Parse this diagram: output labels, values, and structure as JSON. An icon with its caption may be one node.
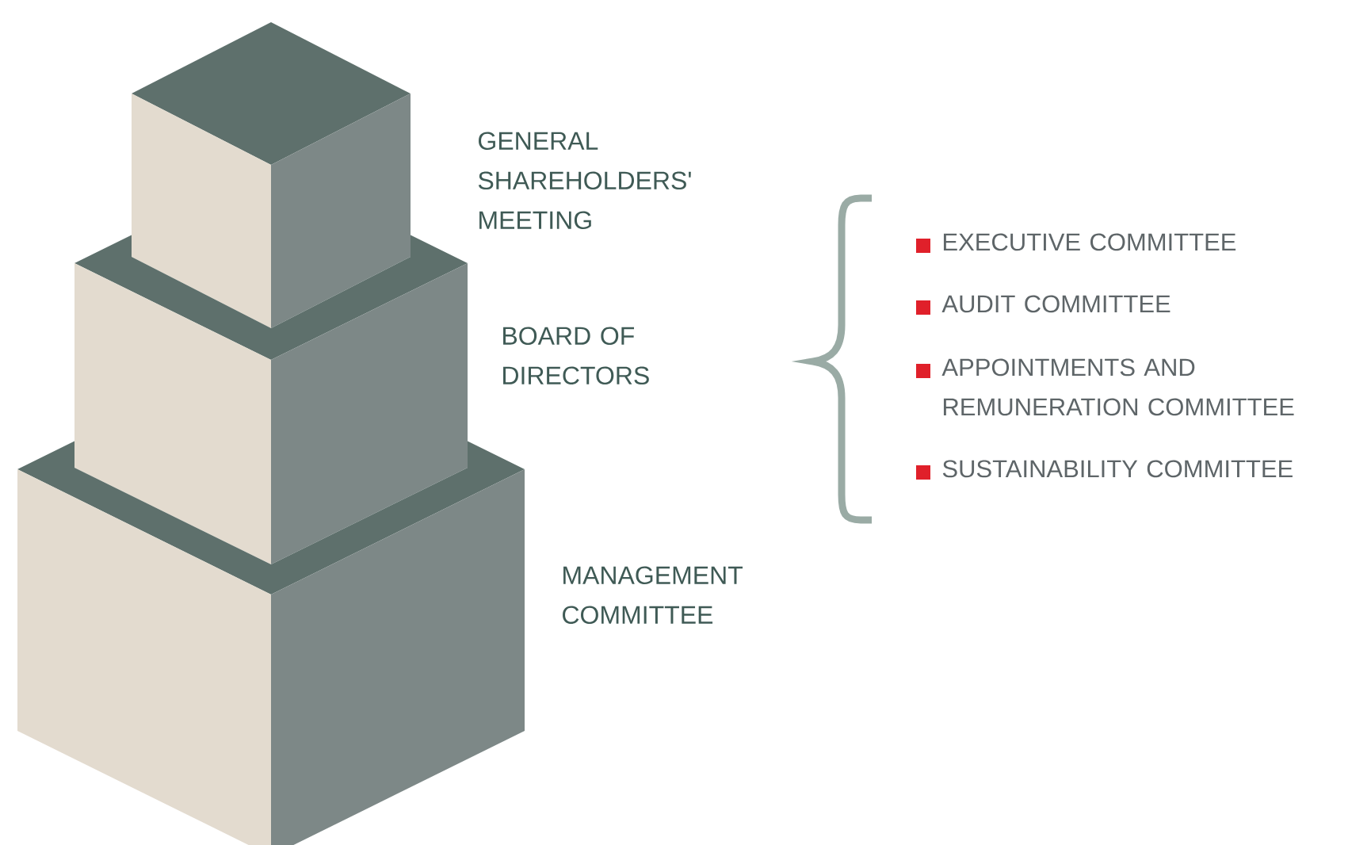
{
  "diagram": {
    "nodes": [
      {
        "text": [],
        "shape": "cube"
      },
      {
        "text": [],
        "shape": "cube"
      },
      {
        "text": [],
        "shape": "cube"
      }
    ],
    "labels": [
      "GENERAL SHAREHOLDERS' MEETING",
      "BOARD OF DIRECTORS",
      "MANAGEMENT COMMITTEE",
      "EXECUTIVE COMMITTEE",
      "AUDIT COMMITTEE",
      "APPOINTMENTS AND REMUNERATION COMMITTEE",
      "SUSTAINABILITY COMMITTEE"
    ]
  }
}
